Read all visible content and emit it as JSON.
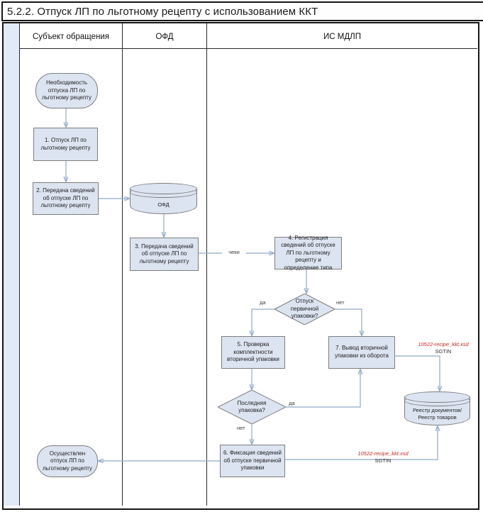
{
  "title": "5.2.2. Отпуск ЛП по льготному рецепту с использованием ККТ",
  "lanes": [
    {
      "label": "Субъект обращения"
    },
    {
      "label": "ОФД"
    },
    {
      "label": "ИС МДЛП"
    }
  ],
  "nodes": {
    "start": {
      "label": "Необходимость отпуска ЛП по льготному рецепту",
      "type": "terminator"
    },
    "step1": {
      "label": "1. Отпуск ЛП по льготному рецепту",
      "type": "process"
    },
    "step2": {
      "label": "2. Передача сведений об отпуске ЛП по льготному рецепту",
      "type": "process"
    },
    "ofd_db": {
      "label": "ОФД",
      "type": "datastore"
    },
    "step3": {
      "label": "3. Передача сведений об отпуске ЛП по льготному рецепту",
      "type": "process"
    },
    "step4": {
      "label": "4. Регистрация сведений об отпуске ЛП по льготному рецепту и определение типа",
      "type": "process"
    },
    "decision1": {
      "label": "Отпуск первичной упаковки?",
      "type": "decision"
    },
    "step5": {
      "label": "5. Проверка комплектности вторичной упаковки",
      "type": "process"
    },
    "step7": {
      "label": "7. Вывод вторичной упаковки из оборота",
      "type": "process"
    },
    "decision2": {
      "label": "Последняя упаковка?",
      "type": "decision"
    },
    "step6": {
      "label": "6. Фиксация сведений об отпуске первичной упаковки",
      "type": "process"
    },
    "registry_db": {
      "label": "Реестр документов/Реестр товаров",
      "type": "datastore"
    },
    "end": {
      "label": "Осуществлен отпуск ЛП по льготному рецепту",
      "type": "terminator"
    }
  },
  "edge_labels": {
    "cheki": "чеки",
    "yes1": "да",
    "no1": "нет",
    "yes2": "да",
    "no2": "нет"
  },
  "annotations": {
    "xsd1": {
      "file": "10522-recipe_kkt.xsd",
      "code": "SGTIN"
    },
    "xsd2": {
      "file": "10522-recipe_kkt.xsd",
      "code": "SGTIN"
    }
  },
  "colors": {
    "node_fill": "#dce4f1",
    "node_border": "#7d7d7d",
    "edge_line": "#8fa9ca",
    "arrowhead": "#2f5f9c",
    "annotation_red": "#cc2222",
    "lane_strip": "#e2eaf7",
    "frame": "#151515"
  }
}
